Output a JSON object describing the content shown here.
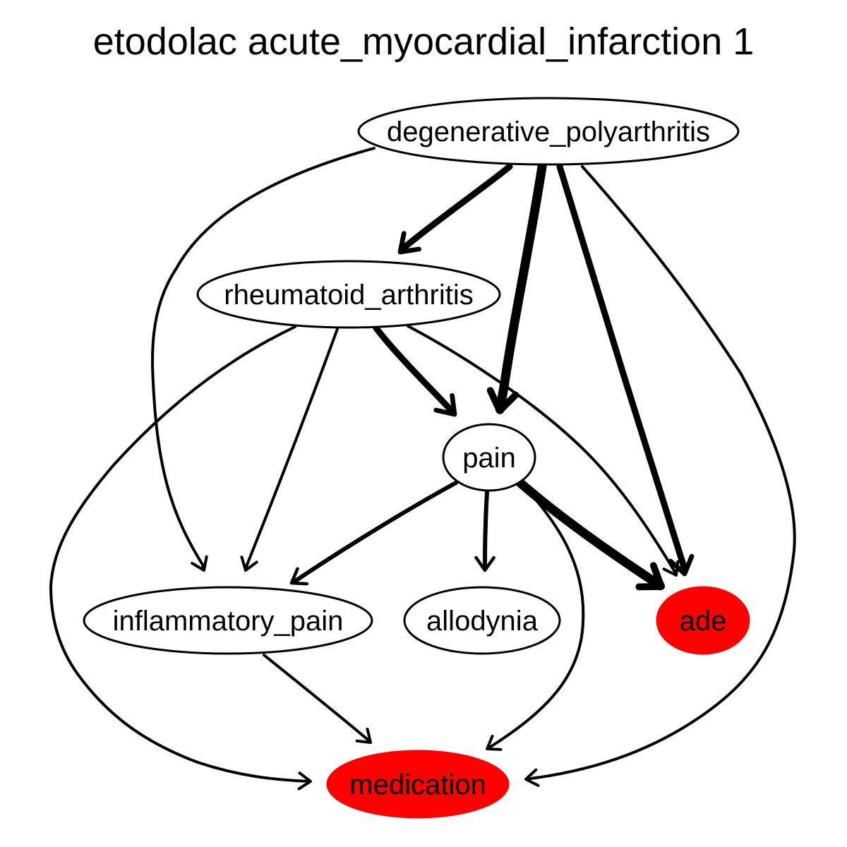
{
  "title": "etodolac acute_myocardial_infarction 1",
  "colors": {
    "highlight": "#ff0000",
    "default_fill": "#ffffff",
    "stroke": "#000000"
  },
  "nodes": [
    {
      "id": "degenerative_polyarthritis",
      "label": "degenerative_polyarthritis",
      "highlight": false
    },
    {
      "id": "rheumatoid_arthritis",
      "label": "rheumatoid_arthritis",
      "highlight": false
    },
    {
      "id": "pain",
      "label": "pain",
      "highlight": false
    },
    {
      "id": "inflammatory_pain",
      "label": "inflammatory_pain",
      "highlight": false
    },
    {
      "id": "allodynia",
      "label": "allodynia",
      "highlight": false
    },
    {
      "id": "ade",
      "label": "ade",
      "highlight": true
    },
    {
      "id": "medication",
      "label": "medication",
      "highlight": true
    }
  ],
  "edges": [
    {
      "from": "degenerative_polyarthritis",
      "to": "rheumatoid_arthritis",
      "weight": "heavy"
    },
    {
      "from": "degenerative_polyarthritis",
      "to": "pain",
      "weight": "heaviest"
    },
    {
      "from": "degenerative_polyarthritis",
      "to": "ade",
      "weight": "heavy"
    },
    {
      "from": "degenerative_polyarthritis",
      "to": "inflammatory_pain",
      "weight": "normal"
    },
    {
      "from": "degenerative_polyarthritis",
      "to": "medication",
      "weight": "normal"
    },
    {
      "from": "rheumatoid_arthritis",
      "to": "pain",
      "weight": "heavy"
    },
    {
      "from": "rheumatoid_arthritis",
      "to": "inflammatory_pain",
      "weight": "normal"
    },
    {
      "from": "rheumatoid_arthritis",
      "to": "ade",
      "weight": "normal"
    },
    {
      "from": "rheumatoid_arthritis",
      "to": "medication",
      "weight": "normal"
    },
    {
      "from": "pain",
      "to": "inflammatory_pain",
      "weight": "medium"
    },
    {
      "from": "pain",
      "to": "allodynia",
      "weight": "medium"
    },
    {
      "from": "pain",
      "to": "ade",
      "weight": "heaviest"
    },
    {
      "from": "pain",
      "to": "medication",
      "weight": "normal"
    },
    {
      "from": "inflammatory_pain",
      "to": "medication",
      "weight": "normal"
    }
  ]
}
